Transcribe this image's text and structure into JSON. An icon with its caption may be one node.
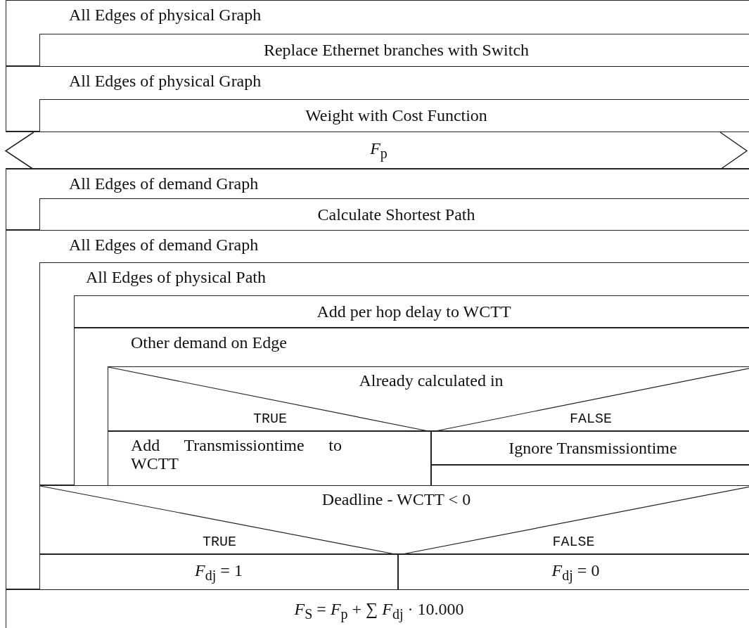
{
  "diagram": {
    "nodes": [
      {
        "text": [
          "All Edges of physical Graph"
        ]
      },
      {
        "text": [
          "Replace Ethernet branches with Switch"
        ],
        "in": 0
      },
      {
        "text": [
          "All Edges of physical Graph"
        ]
      },
      {
        "text": [
          "Weight with Cost Function"
        ],
        "in": 2
      },
      {
        "text": [
          "*F*$_{p}$"
        ]
      },
      {
        "text": [
          "All Edges of demand Graph"
        ]
      },
      {
        "text": [
          "Calculate Shortest Path"
        ],
        "in": 5
      },
      {
        "text": [
          "All Edges of demand Graph"
        ]
      },
      {
        "text": [
          "All Edges of physical Path"
        ],
        "in": 7
      },
      {
        "text": [
          "Add per hop delay to WCTT"
        ],
        "in": 8
      },
      {
        "text": [
          "Other demand on Edge"
        ],
        "in": 8
      },
      {
        "text": [
          "Already calculated in",
          "TRUE",
          "FALSE"
        ],
        "in": 10
      },
      {
        "text": [
          "Add Transmissiontime to WCTT"
        ],
        "in": 10
      },
      {
        "text": [
          "Ignore Transmissiontime"
        ],
        "in": 10
      },
      {
        "text": [],
        "shape": "box",
        "in": 10
      },
      {
        "text": [
          "Deadline - WCTT < 0",
          "TRUE",
          "FALSE"
        ],
        "in": 7
      },
      {
        "text": [
          "*F*$_{dj}$ = 1"
        ],
        "in": 7
      },
      {
        "text": [
          "*F*$_{dj}$ = 0"
        ],
        "in": 7
      },
      {
        "text": [
          "*F*$_{S}$ = *F*$_{p}$ + ∑ *F*$_{dj}$ · 10.000"
        ]
      }
    ]
  }
}
